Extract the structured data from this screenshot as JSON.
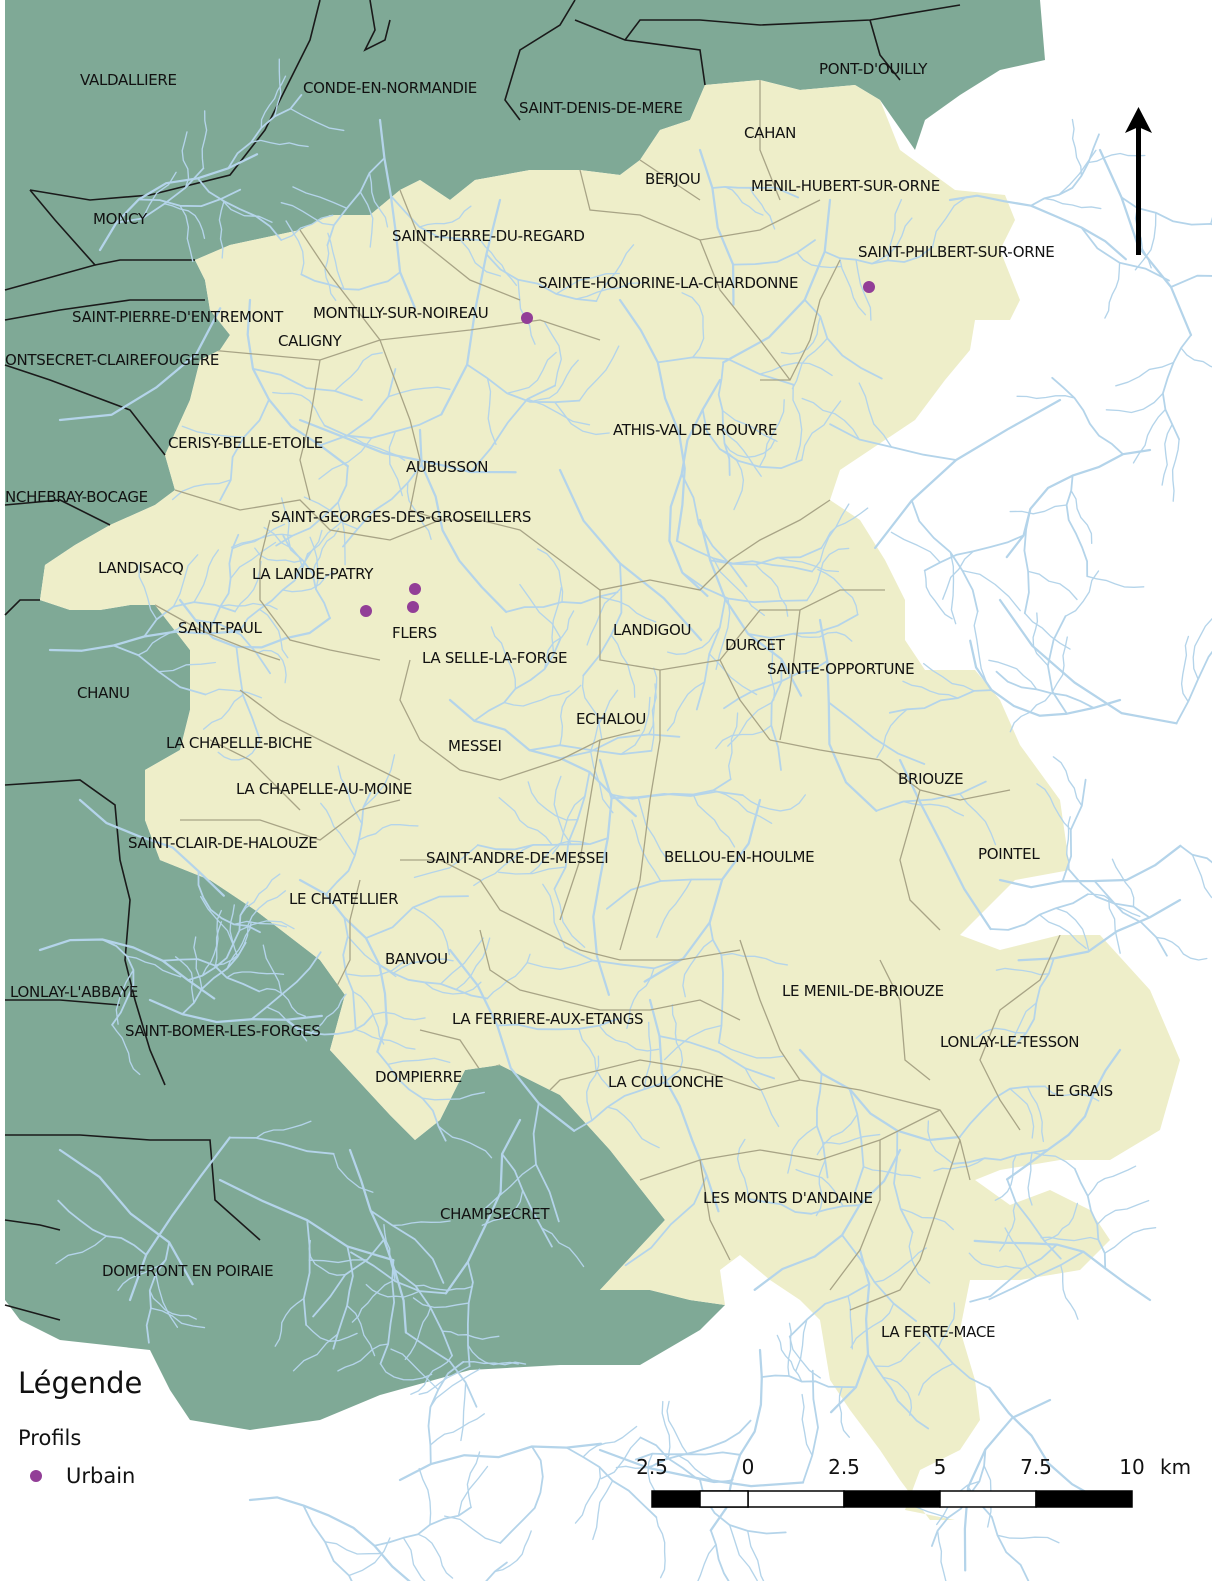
{
  "map": {
    "colors": {
      "study_area": "#eeeec9",
      "neighbors": "#7fa996",
      "outside": "#ffffff",
      "rivers": "#b4d4ea",
      "commune_border": "#a8a486",
      "neighbor_border": "#1a1a1a",
      "urban_point": "#923e97"
    },
    "north_arrow": "arrow-up-icon",
    "communes": [
      "VALDALLIERE",
      "CONDE-EN-NORMANDIE",
      "PONT-D'OUILLY",
      "SAINT-DENIS-DE-MERE",
      "CAHAN",
      "BERJOU",
      "MENIL-HUBERT-SUR-ORNE",
      "MONCY",
      "SAINT-PIERRE-DU-REGARD",
      "SAINT-PHILBERT-SUR-ORNE",
      "SAINTE-HONORINE-LA-CHARDONNE",
      "SAINT-PIERRE-D'ENTREMONT",
      "MONTILLY-SUR-NOIREAU",
      "CALIGNY",
      "ONTSECRET-CLAIREFOUGERE",
      "ATHIS-VAL DE ROUVRE",
      "CERISY-BELLE-ETOILE",
      "AUBUSSON",
      "NCHEBRAY-BOCAGE",
      "SAINT-GEORGES-DES-GROSEILLERS",
      "LANDISACQ",
      "LA LANDE-PATRY",
      "SAINT-PAUL",
      "FLERS",
      "LANDIGOU",
      "DURCET",
      "LA SELLE-LA-FORGE",
      "SAINTE-OPPORTUNE",
      "CHANU",
      "ECHALOU",
      "LA CHAPELLE-BICHE",
      "MESSEI",
      "BRIOUZE",
      "LA CHAPELLE-AU-MOINE",
      "SAINT-CLAIR-DE-HALOUZE",
      "POINTEL",
      "SAINT-ANDRE-DE-MESSEI",
      "BELLOU-EN-HOULME",
      "LE CHATELLIER",
      "BANVOU",
      "LE MENIL-DE-BRIOUZE",
      "LONLAY-L'ABBAYE",
      "LA FERRIERE-AUX-ETANGS",
      "SAINT-BOMER-LES-FORGES",
      "LONLAY-LE-TESSON",
      "DOMPIERRE",
      "LA COULONCHE",
      "LE GRAIS",
      "LES MONTS D'ANDAINE",
      "CHAMPSECRET",
      "DOMFRONT EN POIRAIE",
      "LA FERTE-MACE"
    ]
  },
  "legend": {
    "title": "Légende",
    "group": "Profils",
    "items": [
      {
        "label": "Urbain",
        "color": "#923e97"
      }
    ]
  },
  "scale_bar": {
    "labels": [
      "2.5",
      "0",
      "2.5",
      "5",
      "7.5",
      "10"
    ],
    "unit": "km"
  }
}
